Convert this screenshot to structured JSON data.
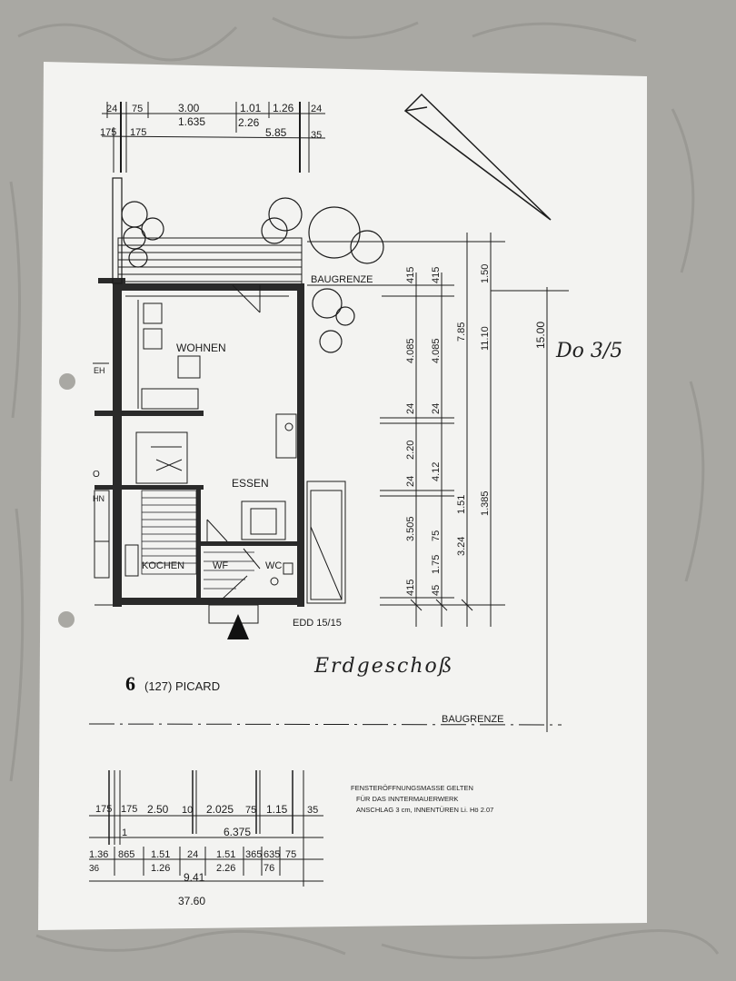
{
  "top_dims": {
    "row1": [
      "24",
      "75",
      "3.00",
      "1.01",
      "1.26",
      "24"
    ],
    "row2": [
      "1.635",
      "2.26"
    ],
    "row3": [
      "175",
      "175",
      "5.85",
      "35"
    ]
  },
  "rooms": {
    "wohnen": "WOHNEN",
    "essen": "ESSEN",
    "kochen": "KOCHEN",
    "wf": "WF",
    "wc": "WC",
    "left_cut_1": "EH",
    "left_cut_2": "O",
    "left_cut_3": "HN"
  },
  "labels": {
    "baugrenze_top": "BAUGRENZE",
    "baugrenze_bottom": "BAUGRENZE",
    "edd": "EDD 15/15",
    "unit_number": "6",
    "unit_name": "(127) PICARD"
  },
  "handwritten": {
    "page_ref": "Do 3/5",
    "floor": "Erdgeschoß"
  },
  "right_dims": {
    "col1": [
      "415",
      "4.085",
      "24",
      "2.20",
      "24",
      "3.505",
      "415"
    ],
    "col2": [
      "415",
      "4.085",
      "24",
      "4.12",
      "75",
      "1.75",
      "45"
    ],
    "col3": [
      "1.51",
      "3.24"
    ],
    "col4": [
      "7.85",
      "1.385"
    ],
    "col5": [
      "1.50",
      "11.10"
    ],
    "col6": [
      "15.00"
    ]
  },
  "bottom_dims": {
    "row1": [
      "175",
      "175",
      "2.50",
      "10",
      "2.025",
      "75",
      "1.15",
      "35"
    ],
    "row2": [
      "1",
      "6.375"
    ],
    "row3": [
      "1.36",
      "865",
      "1.51",
      "24",
      "1.51",
      "365",
      "635",
      "75"
    ],
    "row4": [
      "36",
      "1.26",
      "2.26",
      "76"
    ],
    "row5": [
      "9.41"
    ],
    "row6": [
      "37.60"
    ]
  },
  "notes": [
    "FENSTERÖFFNUNGSMASSE GELTEN",
    "FÜR DAS INNTERMAUERWERK",
    "ANSCHLAG 3 cm, INNENTÜREN Li. Hö 2.07"
  ],
  "colors": {
    "carpet": "#a9a8a3",
    "paper": "#f3f3f1",
    "ink": "#1c1c1c"
  }
}
